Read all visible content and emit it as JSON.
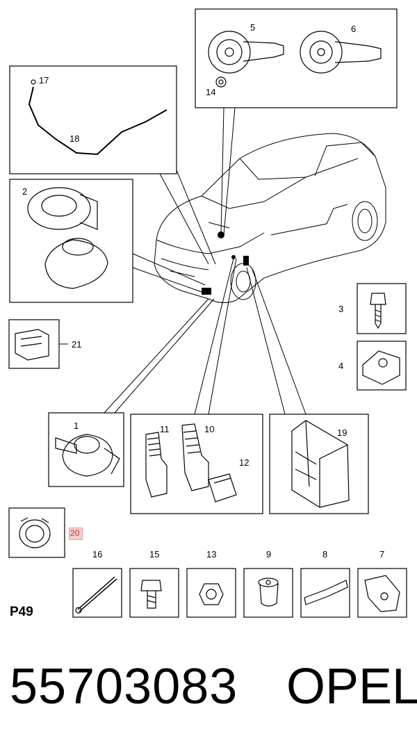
{
  "diagram": {
    "page_code": "P49",
    "part_number": "55703083",
    "brand": "OPEL",
    "callouts": {
      "c1": "1",
      "c2": "2",
      "c3": "3",
      "c4": "4",
      "c5": "5",
      "c6": "6",
      "c7": "7",
      "c8": "8",
      "c9": "9",
      "c10": "10",
      "c11": "11",
      "c12": "12",
      "c13": "13",
      "c14": "14",
      "c15": "15",
      "c16": "16",
      "c17": "17",
      "c18": "18",
      "c19": "19",
      "c20": "20",
      "c21": "21"
    },
    "highlighted_callout": "20"
  }
}
